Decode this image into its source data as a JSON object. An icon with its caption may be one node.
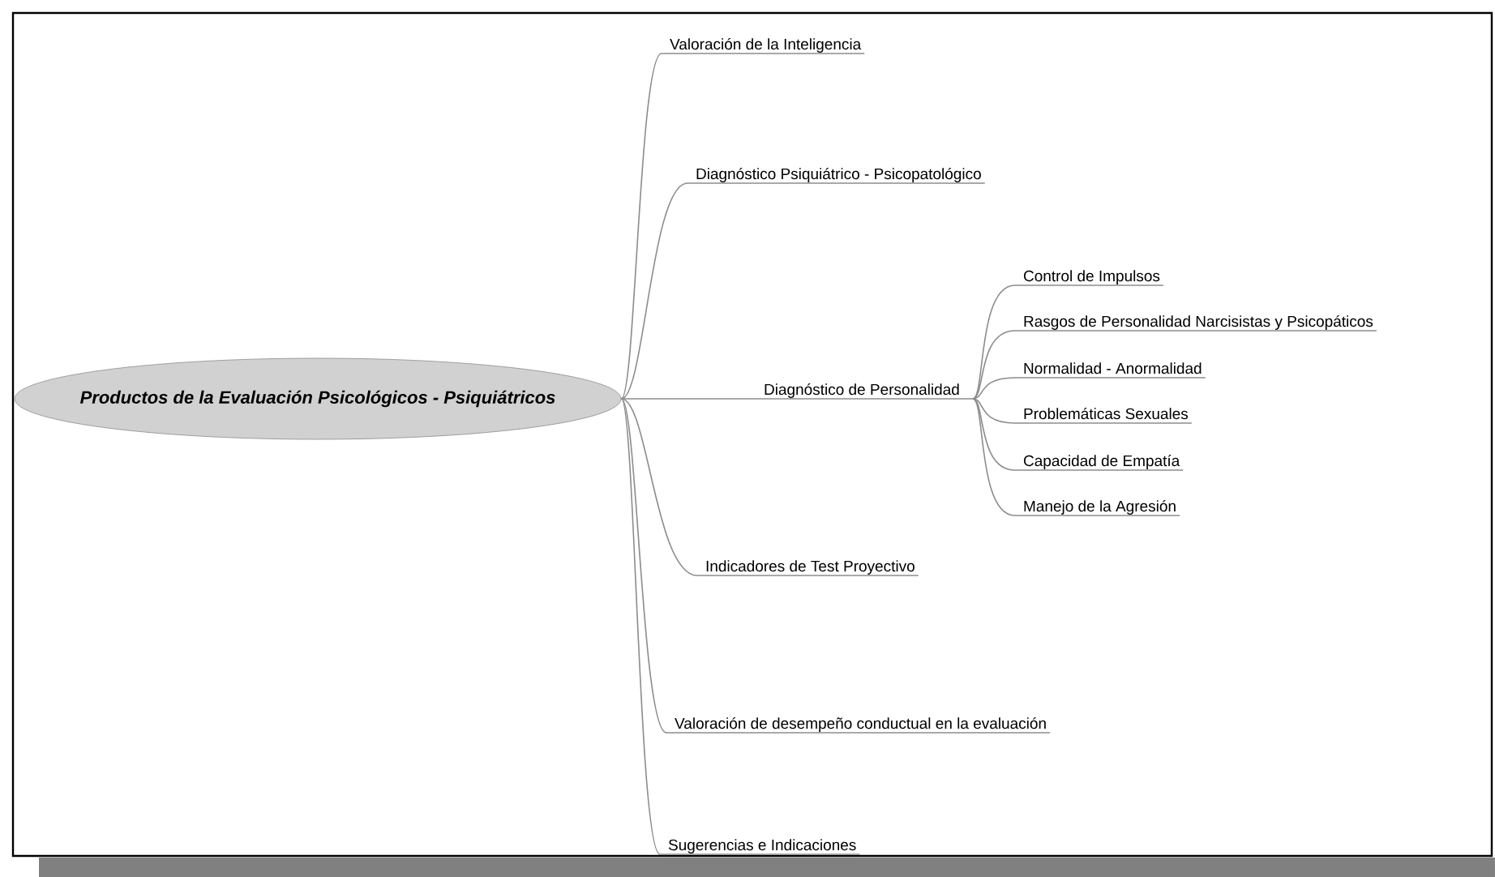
{
  "diagram": {
    "nodes": [
      {
        "text": [
          "Productos de la Evaluación Psicológicos - Psiquiátricos"
        ]
      },
      {
        "text": [
          "Valoración de la Inteligencia"
        ]
      },
      {
        "text": [
          "Diagnóstico Psiquiátrico - Psicopatológico"
        ]
      },
      {
        "text": [
          "Diagnóstico de Personalidad"
        ]
      },
      {
        "text": [
          "Control de Impulsos"
        ]
      },
      {
        "text": [
          "Rasgos de Personalidad Narcisistas y Psicopáticos"
        ]
      },
      {
        "text": [
          "Normalidad - Anormalidad"
        ]
      },
      {
        "text": [
          "Problemáticas Sexuales"
        ]
      },
      {
        "text": [
          "Capacidad de Empatía"
        ]
      },
      {
        "text": [
          "Manejo de la Agresión"
        ]
      },
      {
        "text": [
          "Indicadores de Test Proyectivo"
        ]
      },
      {
        "text": [
          "Valoración de desempeño conductual en la evaluación"
        ]
      },
      {
        "text": [
          "Sugerencias e Indicaciones"
        ]
      }
    ],
    "edges": [
      {
        "from": 0,
        "to": 1,
        "arrow": "none"
      },
      {
        "from": 0,
        "to": 2,
        "arrow": "none"
      },
      {
        "from": 0,
        "to": 3,
        "arrow": "none"
      },
      {
        "from": 3,
        "to": 4,
        "arrow": "none"
      },
      {
        "from": 3,
        "to": 5,
        "arrow": "none"
      },
      {
        "from": 3,
        "to": 6,
        "arrow": "none"
      },
      {
        "from": 3,
        "to": 7,
        "arrow": "none"
      },
      {
        "from": 3,
        "to": 8,
        "arrow": "none"
      },
      {
        "from": 3,
        "to": 9,
        "arrow": "none"
      },
      {
        "from": 0,
        "to": 10,
        "arrow": "none"
      },
      {
        "from": 0,
        "to": 11,
        "arrow": "none"
      },
      {
        "from": 0,
        "to": 12,
        "arrow": "none"
      }
    ]
  }
}
